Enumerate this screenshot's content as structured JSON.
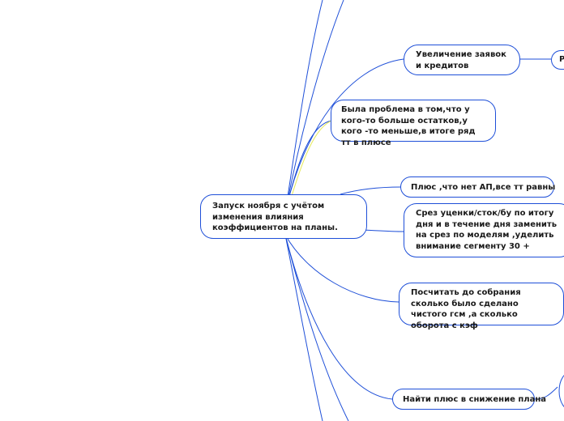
{
  "colors": {
    "link": "#1e4fd8",
    "link_alt": "#e4e85a",
    "border": "#1e4fd8",
    "text": "#1a1a1a"
  },
  "map": {
    "root": "Запуск ноября с учётом изменения влияния коэффициентов на планы.",
    "branches": [
      {
        "id": "b1",
        "text": "Увеличение заявок и кредитов"
      },
      {
        "id": "b2",
        "text": "Была проблема в том,что у кого-то больше остатков,у кого -то меньше,в итоге ряд тт в плюсе"
      },
      {
        "id": "b3",
        "text": "Плюс ,что нет АП,все тт равны"
      },
      {
        "id": "b4",
        "text": "Срез уценки/сток/бу по итогу дня и в течение дня заменить на срез по моделям ,уделить внимание сегменту 30 +"
      },
      {
        "id": "b5",
        "text": "Посчитать до собрания сколько было сделано чистого гсм ,а сколько оборота с кэф"
      },
      {
        "id": "b6",
        "text": "Найти плюс в снижение плана"
      }
    ],
    "subnodes": [
      {
        "id": "s1",
        "text": "Р"
      }
    ]
  }
}
